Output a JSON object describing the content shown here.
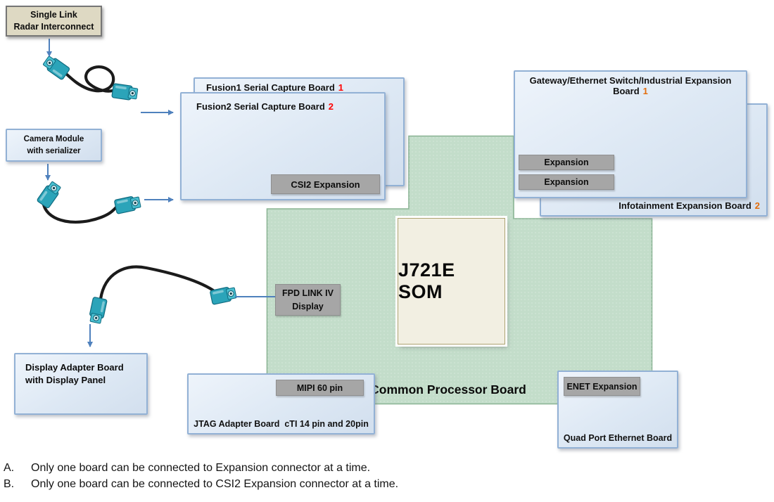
{
  "colors": {
    "accent_red": "#ff0000",
    "accent_orange": "#e36c0a",
    "arrow_blue": "#4f81bd",
    "gray_button": "#a6a6a6",
    "board_green": "#c3ddca",
    "tan_box": "#ded9c3",
    "som_fill": "#f2efe2",
    "connector_teal": "#2ba4b9",
    "board_blue": "#dde8f4"
  },
  "boxes": {
    "radar": {
      "line1": "Single Link",
      "line2": "Radar Interconnect"
    },
    "camera": {
      "line1": "Camera Module",
      "line2": "with serializer"
    },
    "display_adapter": {
      "line1": "Display Adapter Board",
      "line2": "with Display Panel"
    }
  },
  "boards": {
    "fusion1": {
      "title": "Fusion1 Serial Capture Board",
      "number": "1"
    },
    "fusion2": {
      "title": "Fusion2 Serial Capture Board",
      "number": "2"
    },
    "gateway": {
      "title": "Gateway/Ethernet Switch/Industrial Expansion Board",
      "number": "1"
    },
    "infotainment": {
      "title": "Infotainment Expansion Board",
      "number": "2"
    },
    "jtag": {
      "title": "JTAG Adapter Board  cTI 14 pin and 20pin"
    },
    "quad_port": {
      "title": "Quad Port Ethernet Board"
    },
    "som": {
      "title": "J721E SOM"
    },
    "common_processor": {
      "title": "Common Processor Board"
    }
  },
  "connectors": {
    "csi2": "CSI2 Expansion",
    "expansion_1": "Expansion",
    "expansion_2": "Expansion",
    "fpd_line1": "FPD LINK IV",
    "fpd_line2": "Display",
    "mipi": "MIPI 60 pin",
    "enet": "ENET Expansion"
  },
  "notes": [
    {
      "label": "A.",
      "text": "Only one board can be connected to Expansion connector at a time."
    },
    {
      "label": "B.",
      "text": "Only one board can be connected to CSI2 Expansion connector at a time."
    }
  ]
}
